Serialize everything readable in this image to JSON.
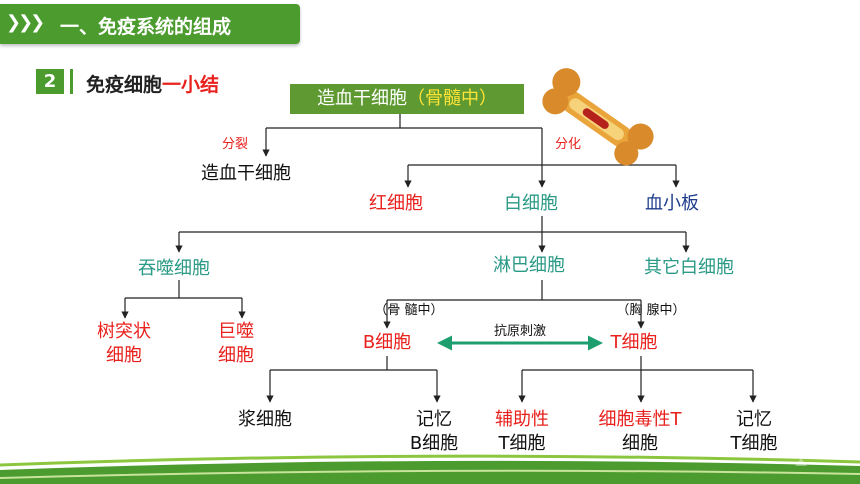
{
  "header": {
    "title": "一、免疫系统的组成",
    "chevrons": "❯❯❯"
  },
  "section": {
    "number": "2",
    "title": "免疫细胞",
    "subtitle": "一小结"
  },
  "root": {
    "main": "造血干细胞",
    "highlight": "（骨髓中）"
  },
  "edge_labels": {
    "split": "分裂",
    "differentiate": "分化",
    "bone_marrow": "（骨 髓中）",
    "thymus": "（胸 腺中）",
    "antigen": "抗原刺激"
  },
  "nodes": {
    "hsc": "造血干细胞",
    "rbc": "红细胞",
    "wbc": "白细胞",
    "platelet": "血小板",
    "phagocyte": "吞噬细胞",
    "lymphocyte": "淋巴细胞",
    "other_wbc": "其它白细胞",
    "dendritic_1": "树突状",
    "dendritic_2": "细胞",
    "macrophage_1": "巨噬",
    "macrophage_2": "细胞",
    "b_cell": "B细胞",
    "t_cell": "T细胞",
    "plasma": "浆细胞",
    "memory_b_1": "记忆",
    "memory_b_2": "B细胞",
    "helper_1": "辅助性",
    "helper_2": "T细胞",
    "cytotoxic_1": "细胞毒性T",
    "cytotoxic_2": "细胞",
    "memory_t_1": "记忆",
    "memory_t_2": "T细胞"
  },
  "colors": {
    "green": "#4b9b2e",
    "red": "#e8211d",
    "teal": "#2b9a86",
    "navy": "#1f3d8c",
    "arrow_green": "#1e9e6e"
  },
  "icons": [
    "bone-icon",
    "watermark-logo-icon"
  ]
}
